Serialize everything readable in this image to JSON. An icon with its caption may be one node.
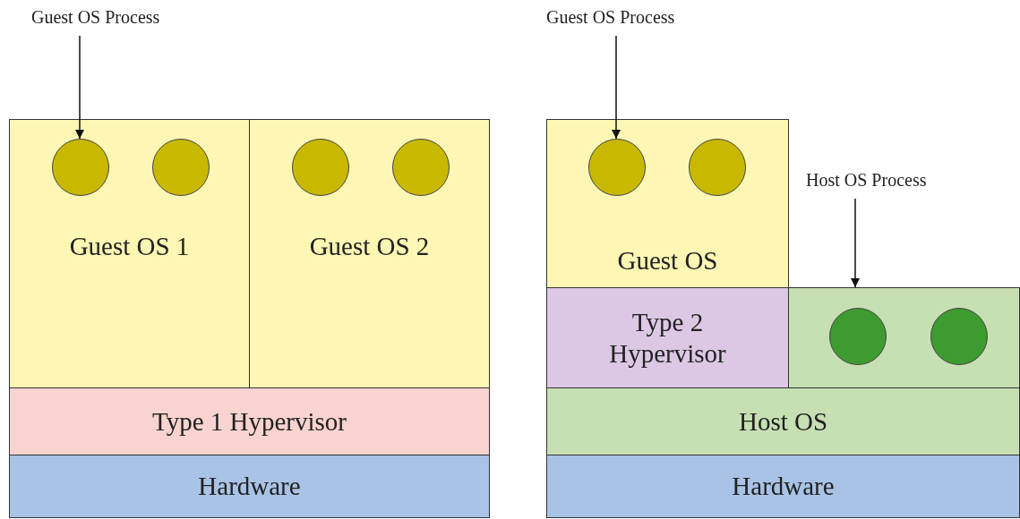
{
  "diagram": {
    "nodes": [
      {
        "text": [
          "Guest OS Process"
        ]
      },
      {
        "text": [
          "Guest OS 1"
        ]
      },
      {
        "text": [],
        "shape": "circle",
        "in": 1
      },
      {
        "text": [],
        "shape": "circle",
        "in": 1
      },
      {
        "text": [
          "Guest OS 2"
        ]
      },
      {
        "text": [],
        "shape": "circle",
        "in": 4
      },
      {
        "text": [],
        "shape": "circle",
        "in": 4
      },
      {
        "text": [
          "Type 1 Hypervisor"
        ]
      },
      {
        "text": [
          "Hardware"
        ]
      },
      {
        "text": [
          "Guest OS Process"
        ]
      },
      {
        "text": [
          "Guest OS"
        ]
      },
      {
        "text": [],
        "shape": "circle",
        "in": 10
      },
      {
        "text": [],
        "shape": "circle",
        "in": 10
      },
      {
        "text": [
          "Host OS Process"
        ]
      },
      {
        "text": [
          "Type 2 Hypervisor"
        ]
      },
      {
        "text": [],
        "shape": "box"
      },
      {
        "text": [],
        "shape": "circle",
        "in": 15
      },
      {
        "text": [],
        "shape": "circle",
        "in": 15
      },
      {
        "text": [
          "Host OS"
        ]
      },
      {
        "text": [
          "Hardware"
        ]
      }
    ],
    "edges": [
      {
        "from": 0,
        "to": 2,
        "arrow": "to"
      },
      {
        "from": 9,
        "to": 11,
        "arrow": "to"
      },
      {
        "from": 13,
        "to": 15,
        "arrow": "to"
      }
    ]
  }
}
